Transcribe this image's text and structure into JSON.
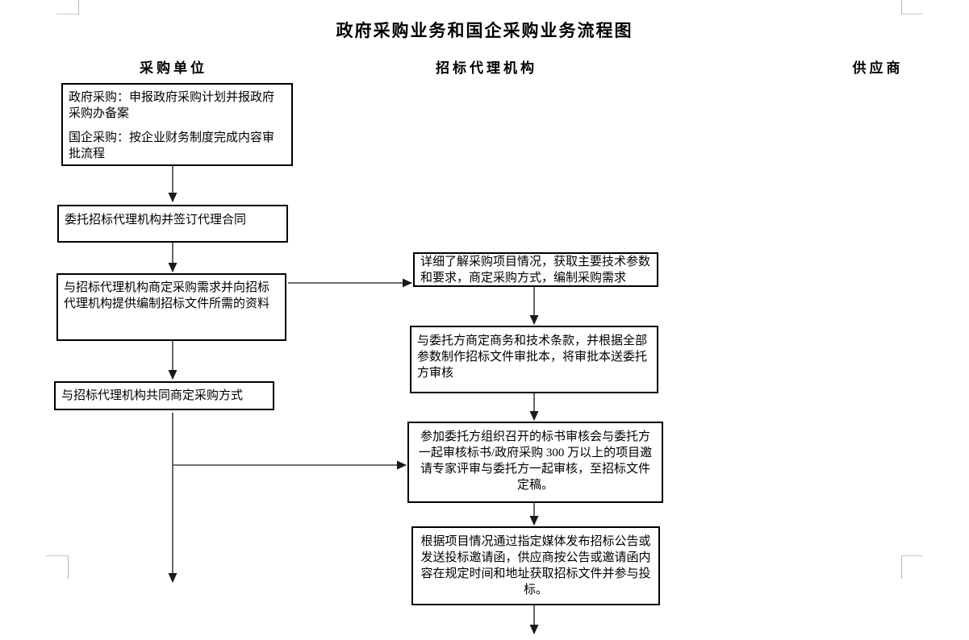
{
  "page": {
    "title": "政府采购业务和国企采购业务流程图"
  },
  "lanes": {
    "purchaser": "采购单位",
    "agency": "招标代理机构",
    "supplier": "供应商"
  },
  "left_column": {
    "box1": {
      "p1": "政府采购：申报政府采购计划并报政府采购办备案",
      "p2": "国企采购：按企业财务制度完成内容审批流程"
    },
    "box2": {
      "text": "委托招标代理机构并签订代理合同"
    },
    "box3": {
      "text": "与招标代理机构商定采购需求并向招标代理机构提供编制招标文件所需的资料"
    },
    "box4": {
      "text": "与招标代理机构共同商定采购方式"
    }
  },
  "middle_column": {
    "box1": {
      "text": "详细了解采购项目情况，获取主要技术参数和要求，商定采购方式，编制采购需求"
    },
    "box2": {
      "text": "与委托方商定商务和技术条款，并根据全部参数制作招标文件审批本，将审批本送委托方审核"
    },
    "box3": {
      "text": "参加委托方组织召开的标书审核会与委托方一起审核标书/政府采购 300 万以上的项目邀请专家评审与委托方一起审核，至招标文件定稿。"
    },
    "box4": {
      "text": "根据项目情况通过指定媒体发布招标公告或发送投标邀请函，供应商按公告或邀请函内容在规定时间和地址获取招标文件并参与投标。"
    }
  },
  "colors": {
    "box_border": "#000000",
    "connector_line": "#404040",
    "arrow_head": "#1a1a1a",
    "crop_mark": "#bdbdbd",
    "background": "#ffffff",
    "text": "#000000"
  }
}
